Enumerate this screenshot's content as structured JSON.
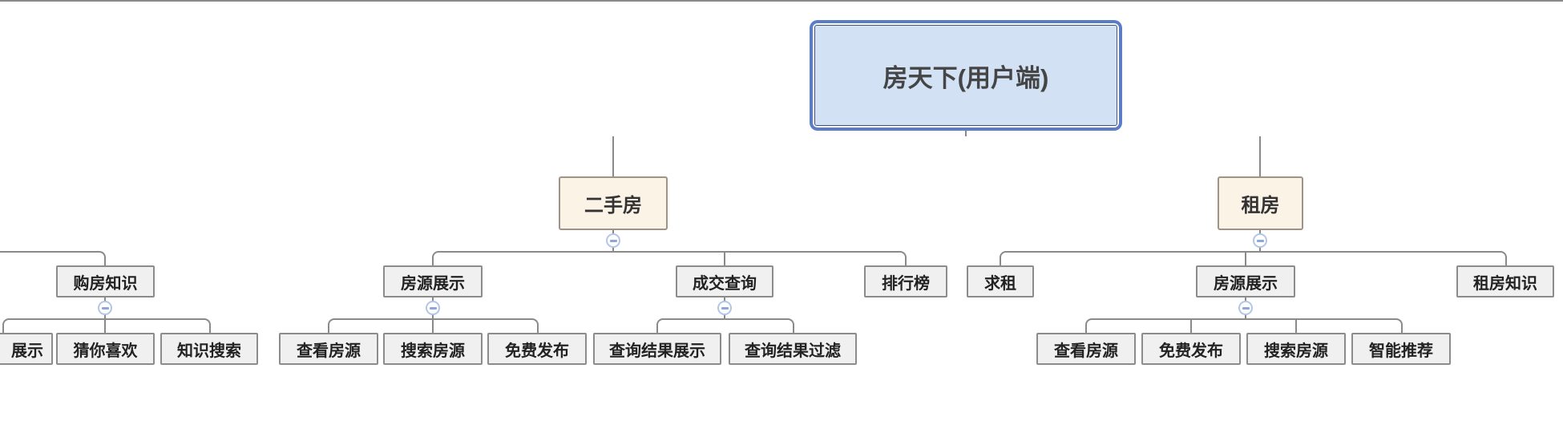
{
  "app": {
    "document_type": "mindmap-org-chart",
    "colors": {
      "background": "#ffffff",
      "root_fill": "#d3e1f5",
      "root_outer_border": "#5b7dc6",
      "root_inner_border": "#44517e",
      "root_gap_ring": "#ffffff",
      "branch_fill": "#fcf3e7",
      "branch_border": "#9e9486",
      "topic_fill": "#f0f0f0",
      "topic_border": "#8c8c8c",
      "connector": "#8a8a8a",
      "collapse_ring": "#b2c5ea",
      "collapse_minus": "#8da8d8",
      "text": "#333333"
    },
    "icons": {
      "collapse": "minus-circle"
    }
  },
  "tree": {
    "root": {
      "label": "房天下(用户端)"
    },
    "clipped_left_subtree": {
      "node": {
        "label": "购房知识"
      },
      "children": [
        {
          "label": "展示",
          "clipped": true
        },
        {
          "label": "猜你喜欢"
        },
        {
          "label": "知识搜索"
        }
      ]
    },
    "branches": [
      {
        "label": "二手房",
        "children": [
          {
            "label": "房源展示",
            "children": [
              {
                "label": "查看房源"
              },
              {
                "label": "搜索房源"
              },
              {
                "label": "免费发布"
              }
            ]
          },
          {
            "label": "成交查询",
            "children": [
              {
                "label": "查询结果展示"
              },
              {
                "label": "查询结果过滤"
              }
            ]
          },
          {
            "label": "排行榜",
            "children": []
          }
        ]
      },
      {
        "label": "租房",
        "children": [
          {
            "label": "求租",
            "children": []
          },
          {
            "label": "房源展示",
            "children": [
              {
                "label": "查看房源"
              },
              {
                "label": "免费发布"
              },
              {
                "label": "搜索房源"
              },
              {
                "label": "智能推荐"
              }
            ]
          },
          {
            "label": "租房知识",
            "children": []
          }
        ]
      }
    ]
  }
}
